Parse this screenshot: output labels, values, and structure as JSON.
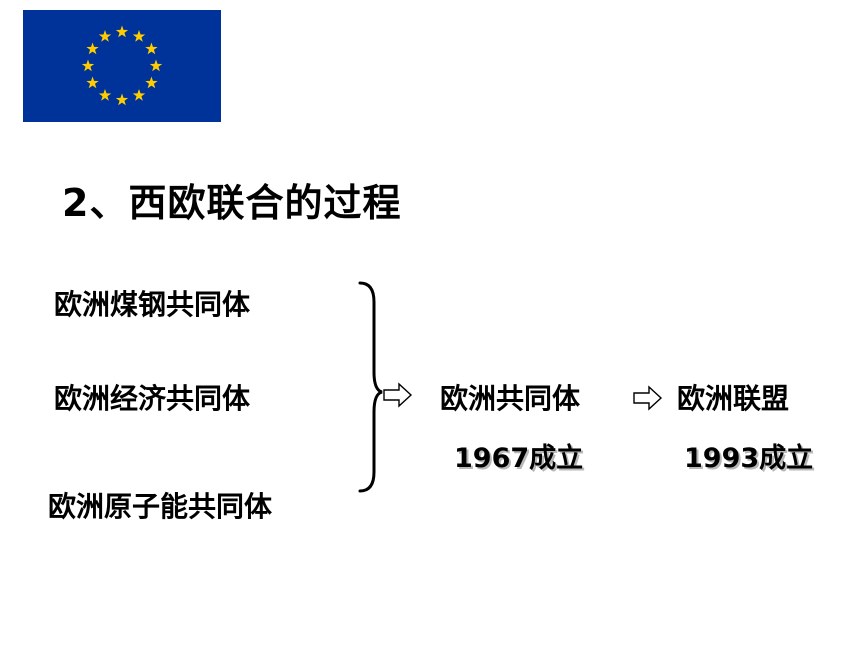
{
  "flag": {
    "icon": "eu-flag-icon",
    "background_color": "#003399",
    "star_color": "#ffcc00",
    "star_count": 12
  },
  "title": "2、西欧联合的过程",
  "communities": [
    "欧洲煤钢共同体",
    "欧洲经济共同体",
    "欧洲原子能共同体"
  ],
  "stages": [
    {
      "name": "欧洲共同体",
      "note": "1967成立"
    },
    {
      "name": "欧洲联盟",
      "note": "1993成立"
    }
  ],
  "icons": {
    "brace": "right-brace-icon",
    "arrow": "hollow-right-arrow-icon"
  }
}
